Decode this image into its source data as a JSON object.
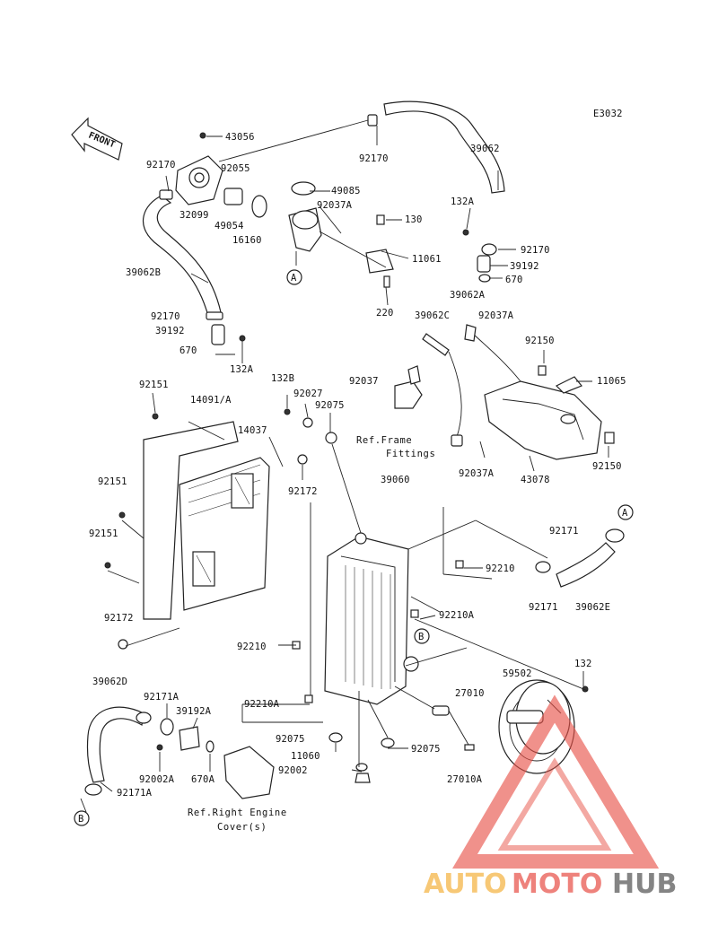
{
  "diagram_code": "E3032",
  "front_label": "FRONT",
  "references": {
    "frame_fittings": [
      "Ref.Frame",
      "Fittings"
    ],
    "engine_cover": [
      "Ref.Right Engine",
      "Cover(s)"
    ]
  },
  "callouts": {
    "a": "A",
    "b": "B"
  },
  "part_labels": {
    "p43056": "43056",
    "p92170_top": "92170",
    "p92055": "92055",
    "p92170_left": "92170",
    "p32099": "32099",
    "p49054": "49054",
    "p16160": "16160",
    "p49085": "49085",
    "p92037A_top": "92037A",
    "p130": "130",
    "p11061": "11061",
    "p220": "220",
    "p39062": "39062",
    "p132A_right": "132A",
    "p92170_right": "92170",
    "p39192_right": "39192",
    "p670_right": "670",
    "p39062B": "39062B",
    "p92170_mid": "92170",
    "p39192_left": "39192",
    "p670_left": "670",
    "p132A_left": "132A",
    "p39062A": "39062A",
    "p39062C": "39062C",
    "p92037A_mid": "92037A",
    "p92150_top": "92150",
    "p11065": "11065",
    "p92037": "92037",
    "p92151_top": "92151",
    "p14091A": "14091/A",
    "p132B": "132B",
    "p92027": "92027",
    "p92075_top": "92075",
    "p14037": "14037",
    "p92037A_low": "92037A",
    "p43078": "43078",
    "p92150_low": "92150",
    "p92172_top": "92172",
    "p39060": "39060",
    "p92151_mid": "92151",
    "p92151_low": "92151",
    "p92171_right": "92171",
    "p92210_right": "92210",
    "p92171_mid": "92171",
    "p39062E": "39062E",
    "p92210A_right": "92210A",
    "p92172_low": "92172",
    "p92210_left": "92210",
    "p132": "132",
    "p59502": "59502",
    "p39062D": "39062D",
    "p92171A_top": "92171A",
    "p39192A": "39192A",
    "p92210A_left": "92210A",
    "p27010": "27010",
    "p92075_left": "92075",
    "p92075_right": "92075",
    "p92002A": "92002A",
    "p670A": "670A",
    "p11060": "11060",
    "p92002": "92002",
    "p27010A": "27010A",
    "p92171A_low": "92171A"
  },
  "watermark": {
    "word_part1": "AUTO",
    "word_part2": "MOTO",
    "word_part3": "HUB",
    "color1": "#f5b342",
    "color2": "#e8534a",
    "color3": "#555555"
  }
}
